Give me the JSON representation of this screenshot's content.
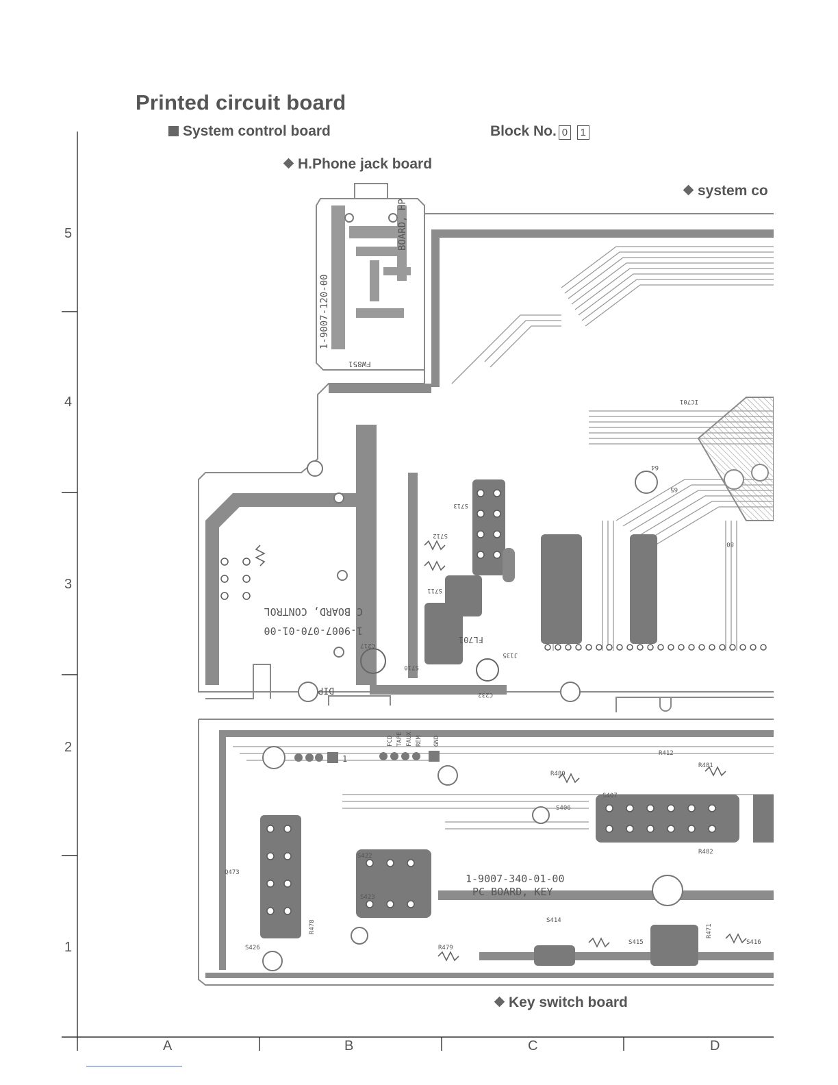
{
  "title": "Printed circuit board",
  "subtitle": "System control board",
  "block": {
    "label": "Block No.",
    "numbers": [
      "0",
      "1"
    ]
  },
  "boards": {
    "headphone": "H.Phone jack board",
    "system": "system co",
    "key": "Key switch board"
  },
  "grid": {
    "rows": [
      "5",
      "4",
      "3",
      "2",
      "1"
    ],
    "cols": [
      "A",
      "B",
      "C",
      "D"
    ]
  },
  "markings": {
    "board_hp": "BOARD, HP",
    "fw851": "FW851",
    "pn_hp": "1-9007-120-00",
    "ctrl_board": "C BOARD, CONTROL",
    "ctrl_pn": "1-9007-070-01-00",
    "key_pn": "1-9007-340-01-00",
    "key_board": "PC BOARD, KEY",
    "dip": "DIP",
    "fl701": "FL701",
    "j135": "J135",
    "c232": "C232",
    "c217": "C217",
    "s710": "S710",
    "s711": "S711",
    "s712": "S712",
    "s713": "S713",
    "r480": "R480",
    "r481": "R481",
    "r479": "R479",
    "r471": "R471",
    "r478": "R478",
    "s407": "S407",
    "s406": "S406",
    "s414": "S414",
    "s415": "S415",
    "s416": "S416",
    "s422": "S422",
    "s423": "S423",
    "s426": "S426",
    "q473": "Q473",
    "ic701": "IC701",
    "pin64": "64",
    "pin65": "65",
    "pin80": "80",
    "fcd": "FCD",
    "tape": "TAPE",
    "faux": "FAUX",
    "rem": "REM",
    "gnd": "GND",
    "pin1": "1",
    "r412": "R412",
    "r482": "R482"
  },
  "colors": {
    "trace": "#8c8c8c",
    "pad": "#6e6e6e",
    "outline": "#9a9a9a",
    "text": "#555555"
  },
  "icons": [
    "diamond-bullet-icon",
    "square-bullet-icon"
  ]
}
